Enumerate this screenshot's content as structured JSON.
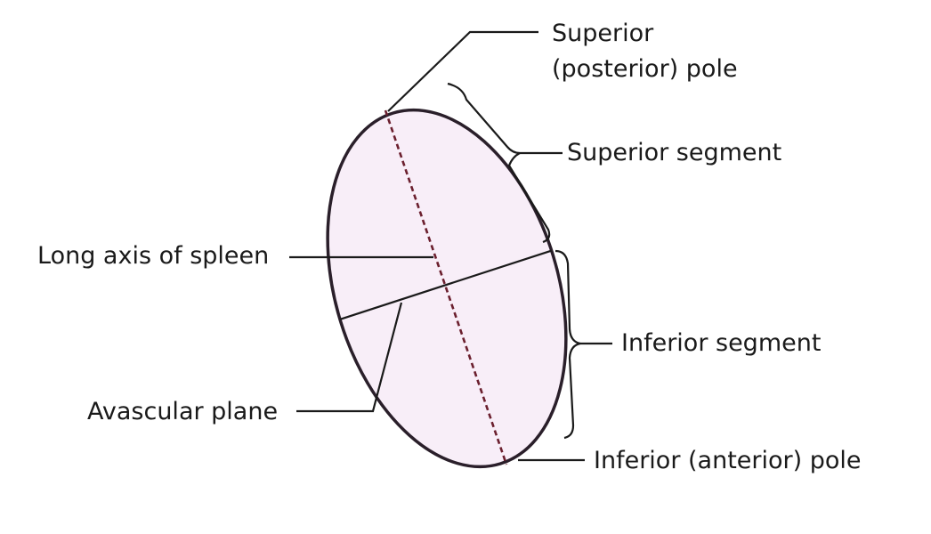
{
  "labels": {
    "superior_pole_line1": "Superior",
    "superior_pole_line2": "(posterior) pole",
    "superior_segment": "Superior segment",
    "long_axis": "Long axis of spleen",
    "inferior_segment": "Inferior segment",
    "avascular_plane": "Avascular plane",
    "inferior_pole": "Inferior (anterior) pole"
  },
  "colors": {
    "spleen_fill": "#f8eef8",
    "spleen_outline": "#2a1f2a",
    "long_axis_dashes": "#6b1f2e",
    "leader_lines": "#1a1a1a"
  }
}
